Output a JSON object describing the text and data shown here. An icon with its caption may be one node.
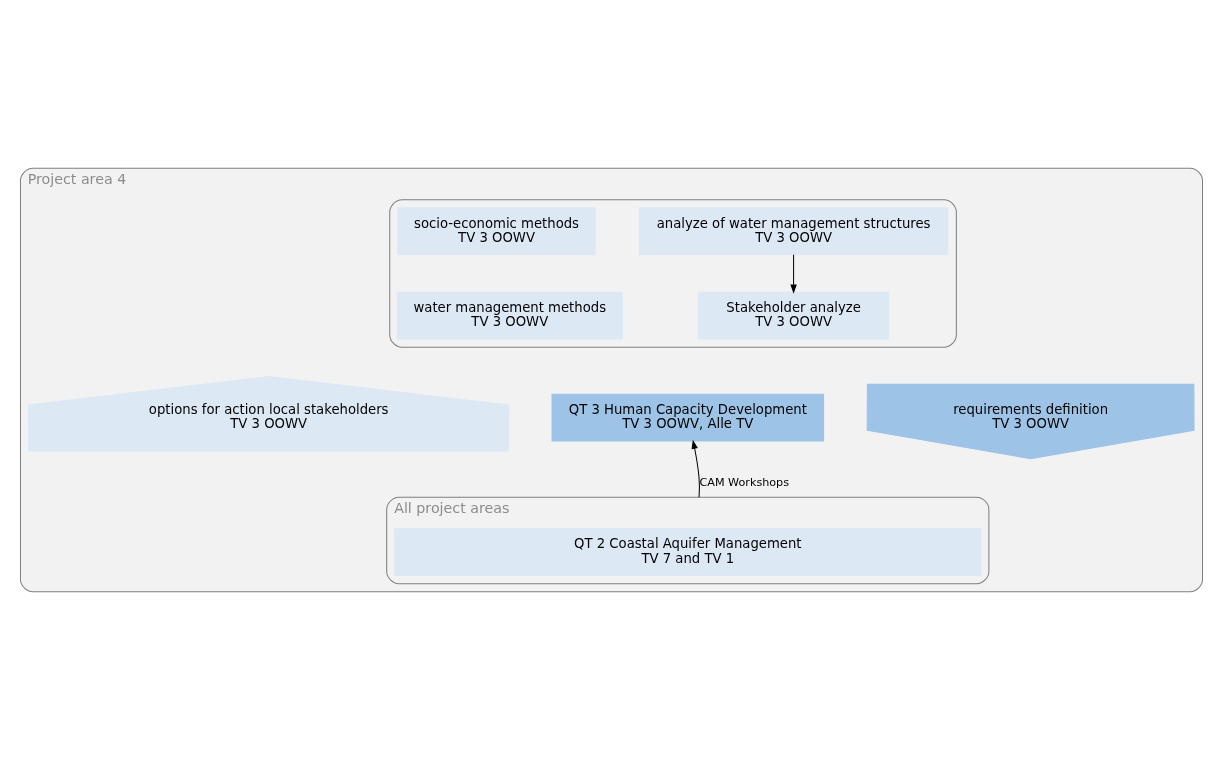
{
  "diagram": {
    "nodes": [
      {
        "text": [
          "Project area 4"
        ]
      },
      {
        "text": [],
        "shape": "box",
        "in": 0
      },
      {
        "text": [
          "socio-economic methods",
          "TV 3 OOWV"
        ],
        "in": 1
      },
      {
        "text": [
          "water management methods",
          "TV 3 OOWV"
        ],
        "in": 1
      },
      {
        "text": [
          "analyze of water management structures",
          "TV 3 OOWV"
        ],
        "in": 1
      },
      {
        "text": [
          "Stakeholder analyze",
          "TV 3 OOWV"
        ],
        "in": 1
      },
      {
        "text": [
          "options for action local stakeholders",
          "TV 3 OOWV"
        ],
        "in": 0
      },
      {
        "text": [
          "QT 3 Human Capacity Development",
          "TV 3 OOWV, Alle TV"
        ],
        "in": 0
      },
      {
        "text": [
          "requirements definition",
          "TV 3 OOWV"
        ],
        "in": 0
      },
      {
        "text": [
          "All project areas"
        ],
        "in": 0
      },
      {
        "text": [
          "QT 2 Coastal Aquifer Management",
          "TV 7 and TV 1"
        ],
        "in": 9
      }
    ],
    "edges": [
      {
        "from": 4,
        "to": 5,
        "arrow": "to"
      },
      {
        "from": 9,
        "to": 7,
        "arrow": "to",
        "label": "CAM Workshops"
      }
    ]
  }
}
